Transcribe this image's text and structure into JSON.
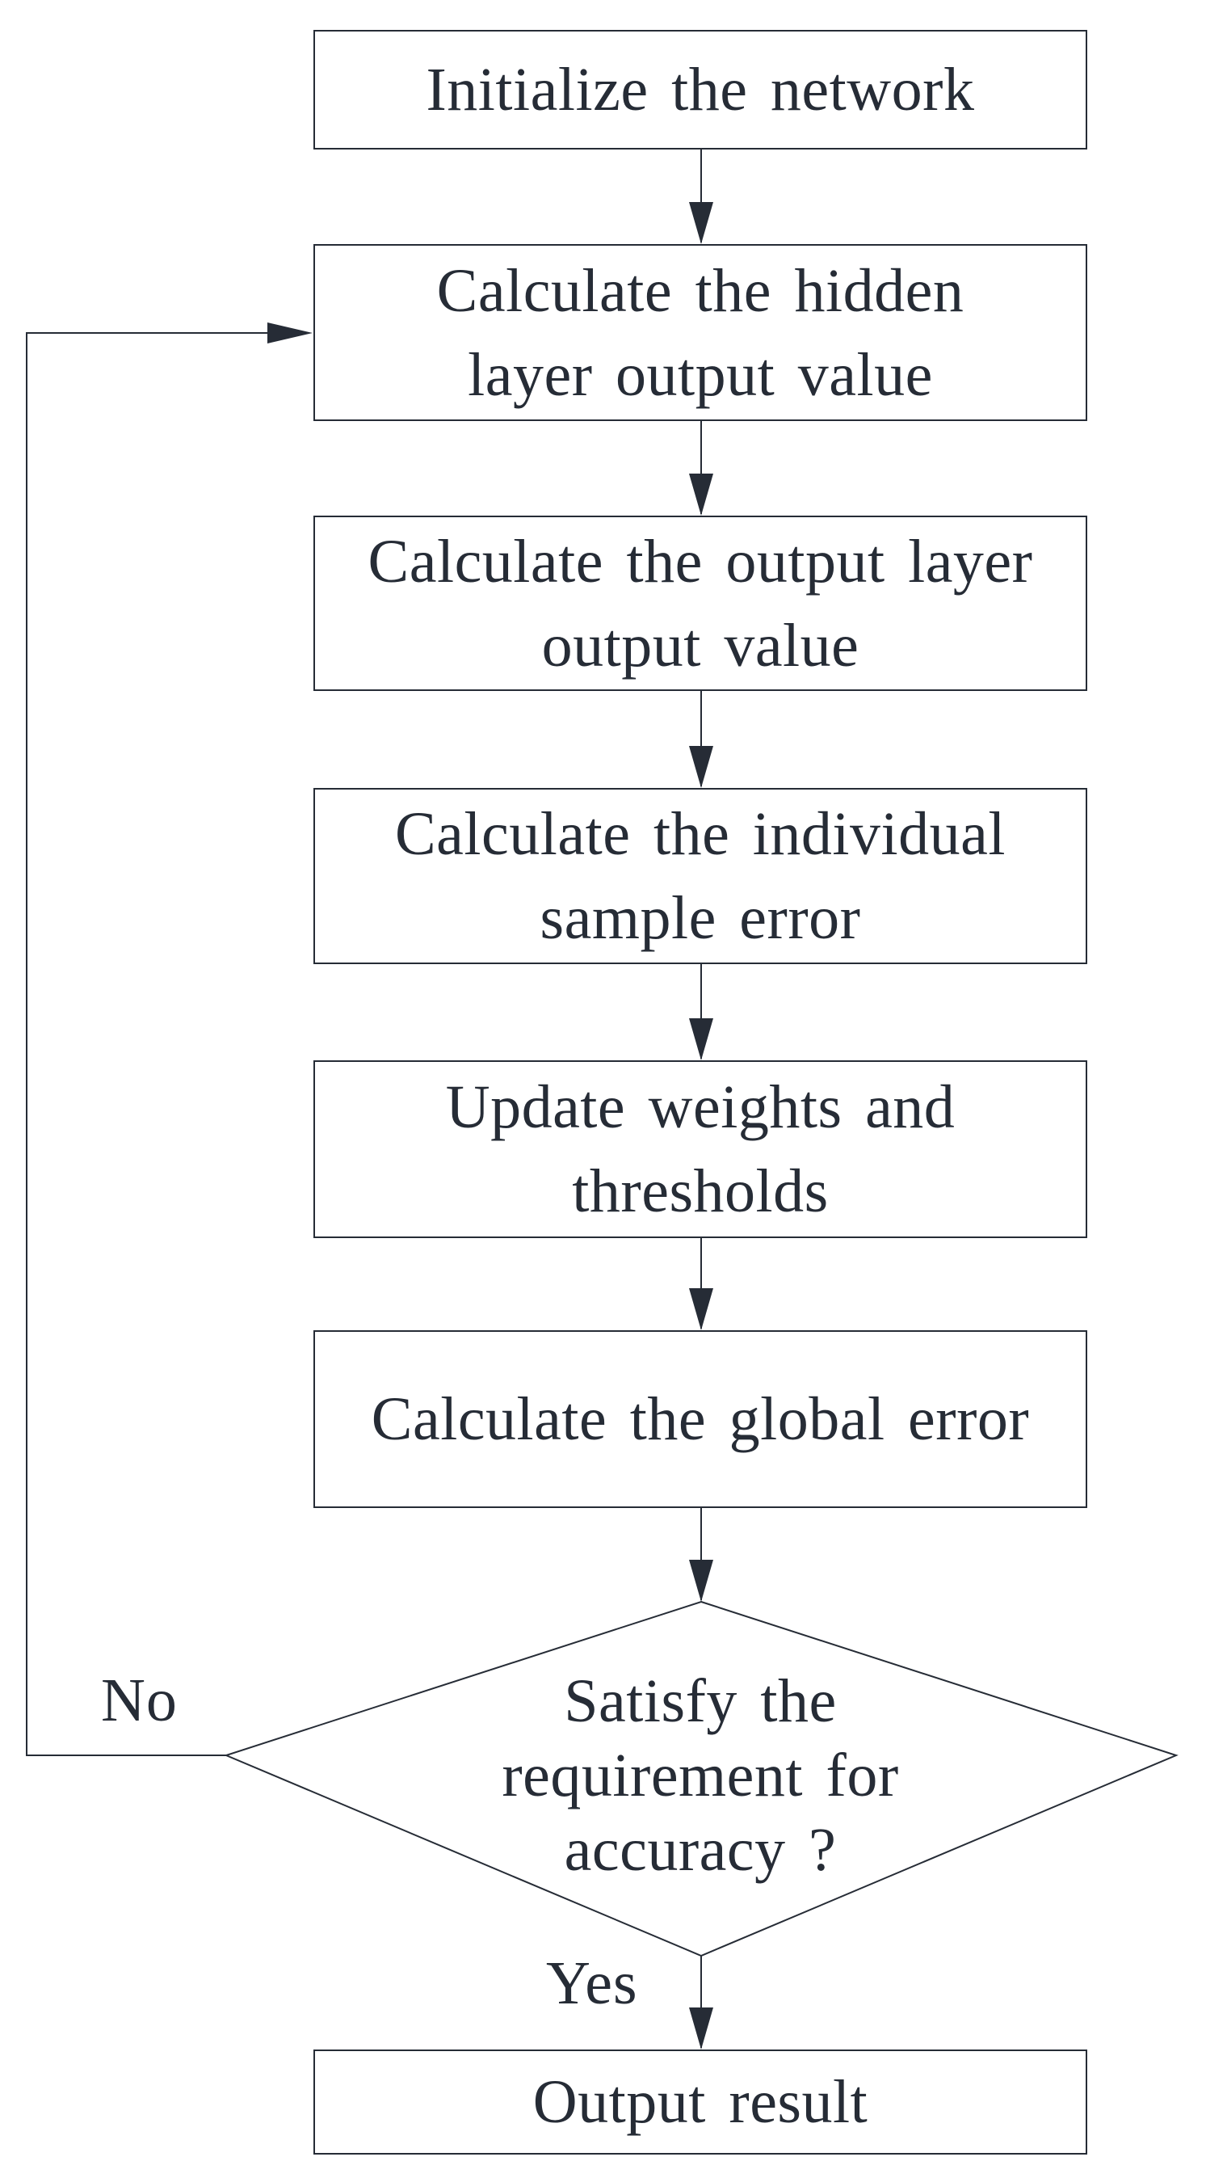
{
  "flowchart": {
    "ink_color": "#262c36",
    "background_color": "#ffffff",
    "nodes": [
      {
        "id": "initialize",
        "type": "process",
        "lines": [
          "Initialize the network"
        ]
      },
      {
        "id": "hidden-output",
        "type": "process",
        "lines": [
          "Calculate the hidden",
          "layer output value"
        ]
      },
      {
        "id": "output-layer",
        "type": "process",
        "lines": [
          "Calculate the output layer",
          "output value"
        ]
      },
      {
        "id": "sample-error",
        "type": "process",
        "lines": [
          "Calculate the individual",
          "sample error"
        ]
      },
      {
        "id": "update-weights",
        "type": "process",
        "lines": [
          "Update weights and",
          "thresholds"
        ]
      },
      {
        "id": "global-error",
        "type": "process",
        "lines": [
          "Calculate the global error"
        ]
      },
      {
        "id": "accuracy-check",
        "type": "decision",
        "lines": [
          "Satisfy the",
          "requirement for",
          "accuracy ?"
        ]
      },
      {
        "id": "output-result",
        "type": "process",
        "lines": [
          "Output result"
        ]
      }
    ],
    "edge_labels": {
      "no": "No",
      "yes": "Yes"
    }
  }
}
